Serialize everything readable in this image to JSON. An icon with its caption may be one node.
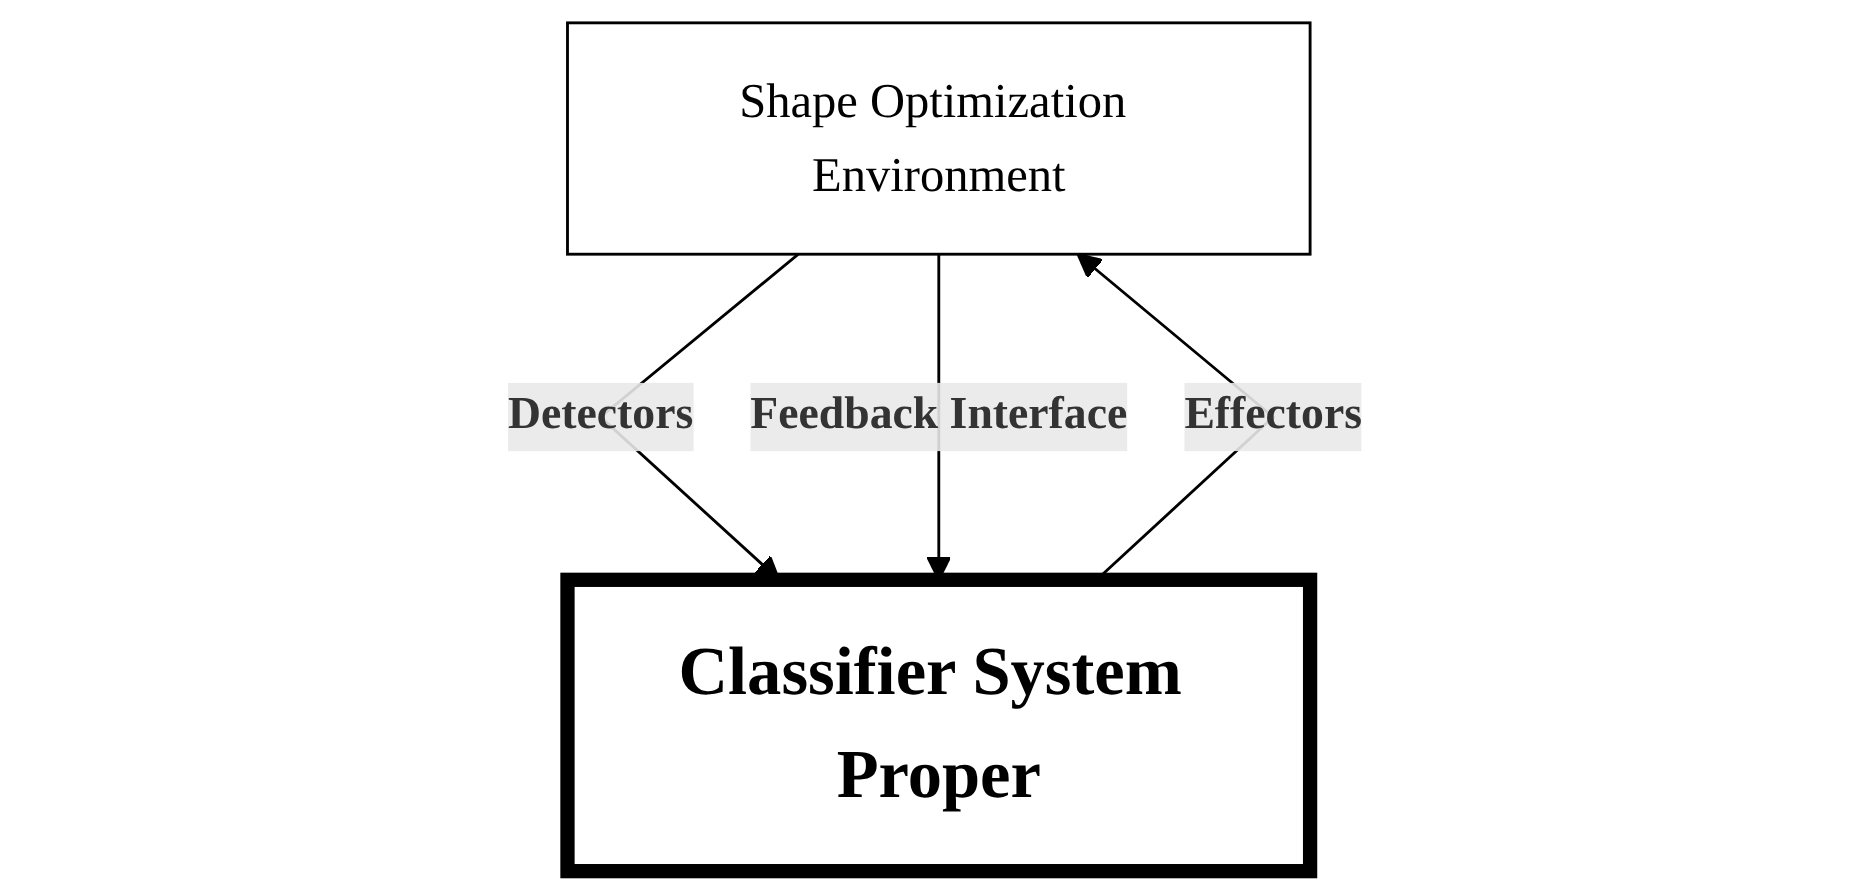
{
  "diagram": {
    "nodes": [
      {
        "text": [
          "Shape Optimization Environment"
        ]
      },
      {
        "text": [
          "Classifier System Proper"
        ]
      }
    ],
    "edges": [
      {
        "from": 0,
        "to": 1,
        "arrow": "to",
        "label": "Detectors"
      },
      {
        "from": 1,
        "to": 0,
        "arrow": "to",
        "label": "Effectors"
      },
      {
        "from": 0,
        "to": 1,
        "arrow": "to",
        "label": "Feedback Interface"
      }
    ]
  }
}
